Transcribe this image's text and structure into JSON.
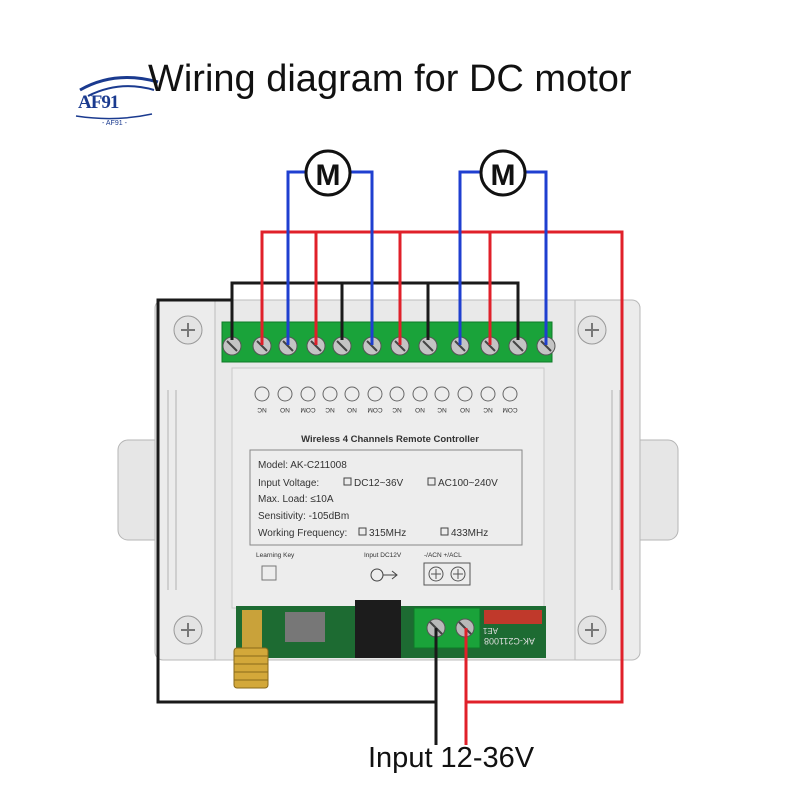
{
  "title": "Wiring diagram for DC motor",
  "logo": {
    "text": "AF91",
    "sub": "- AF91 -"
  },
  "motor_symbol": "M",
  "terminal_labels": [
    "NC",
    "NO",
    "COM",
    "NC",
    "NO",
    "COM",
    "NC",
    "NO",
    "NC",
    "NO",
    "NC",
    "COM"
  ],
  "panel": {
    "heading": "Wireless 4 Channels Remote Controller",
    "model": "Model: AK-C211008",
    "input_voltage_label": "Input Voltage:",
    "input_voltage_opt1": "DC12~36V",
    "input_voltage_opt2": "AC100~240V",
    "max_load": "Max. Load: ≤10A",
    "sensitivity": "Sensitivity: -105dBm",
    "freq_label": "Working Frequency:",
    "freq_opt1": "315MHz",
    "freq_opt2": "433MHz",
    "learning_key": "Learning Key",
    "input_dc": "Input DC12V",
    "power_terminals": "-/ACN  +/ACL"
  },
  "pcb_label": "AK-C211008",
  "pcb_label_small": "AE1",
  "footer": "Input 12-36V",
  "colors": {
    "positive": "#e0202a",
    "negative": "#1a1a1a",
    "motor": "#1f3fd0",
    "terminal_block": "#1aa33a",
    "housing": "#e9e9e9"
  }
}
